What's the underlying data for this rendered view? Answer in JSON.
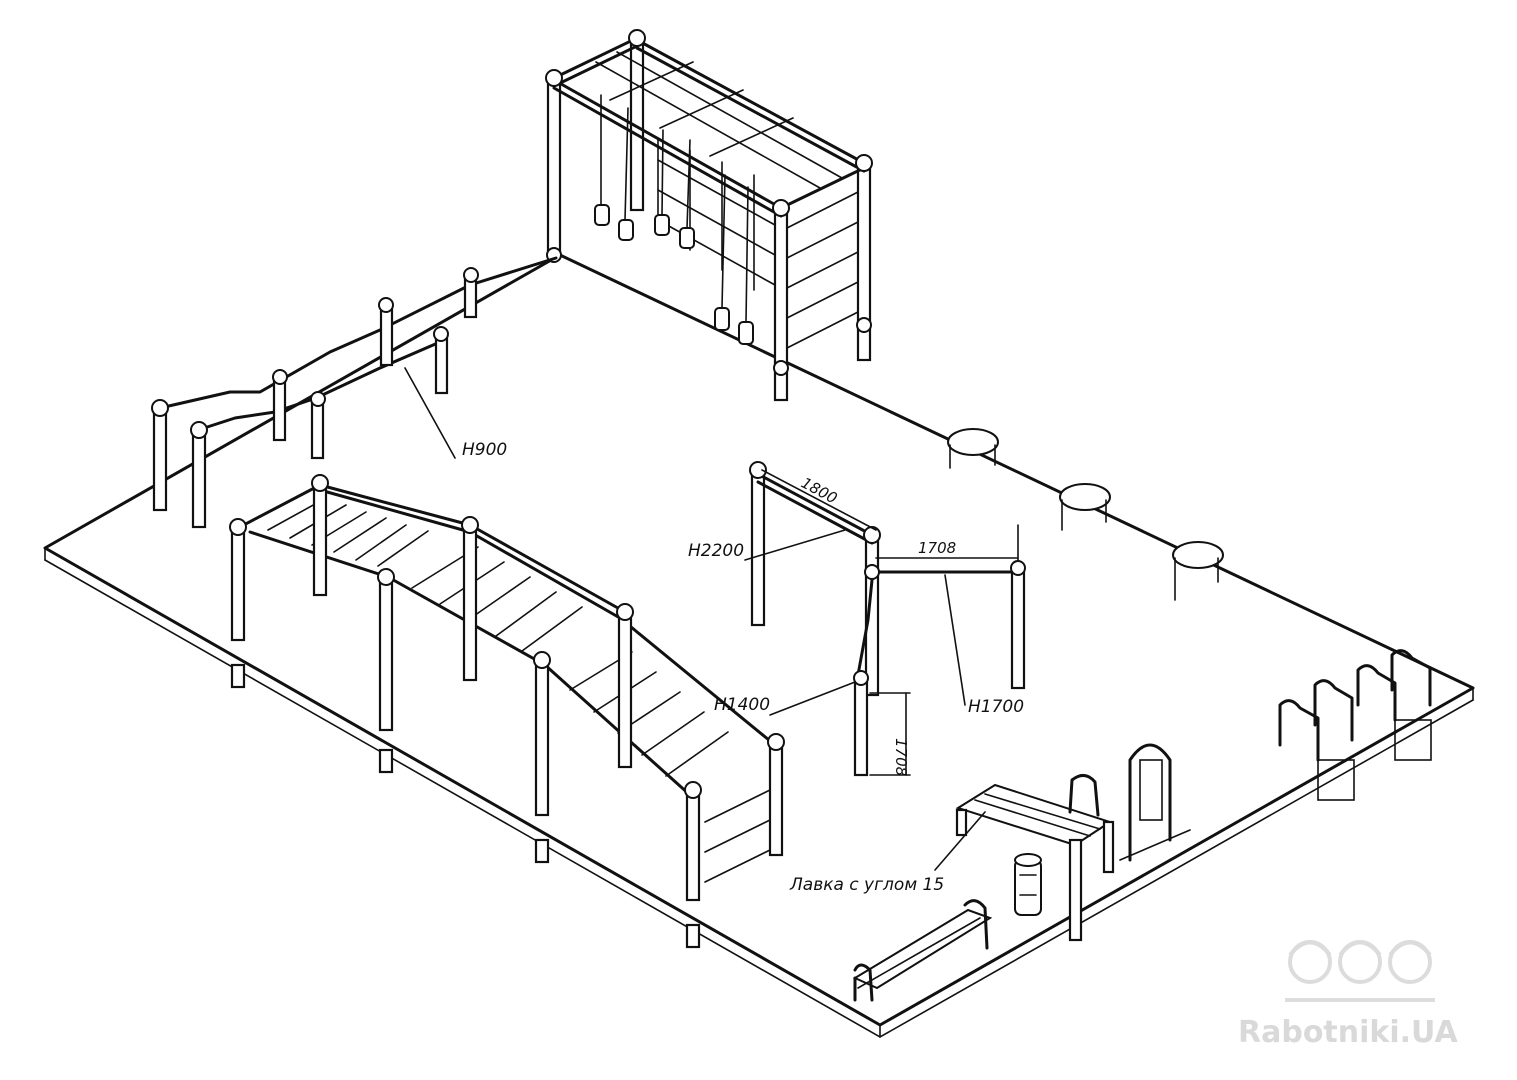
{
  "labels": {
    "h900": "H900",
    "h2200": "H2200",
    "h1400": "H1400",
    "h1700": "H1700",
    "bench": "Лавка с углом 15"
  },
  "dimensions": {
    "d1800": "1800",
    "d1708a": "1708",
    "d1708b": "1708"
  },
  "watermark": {
    "text": "Rabotniki.UA",
    "icon": "three-builders-helmet-icon"
  },
  "colors": {
    "line": "#111111",
    "background": "#ffffff",
    "watermark": "#d9d9d9"
  }
}
